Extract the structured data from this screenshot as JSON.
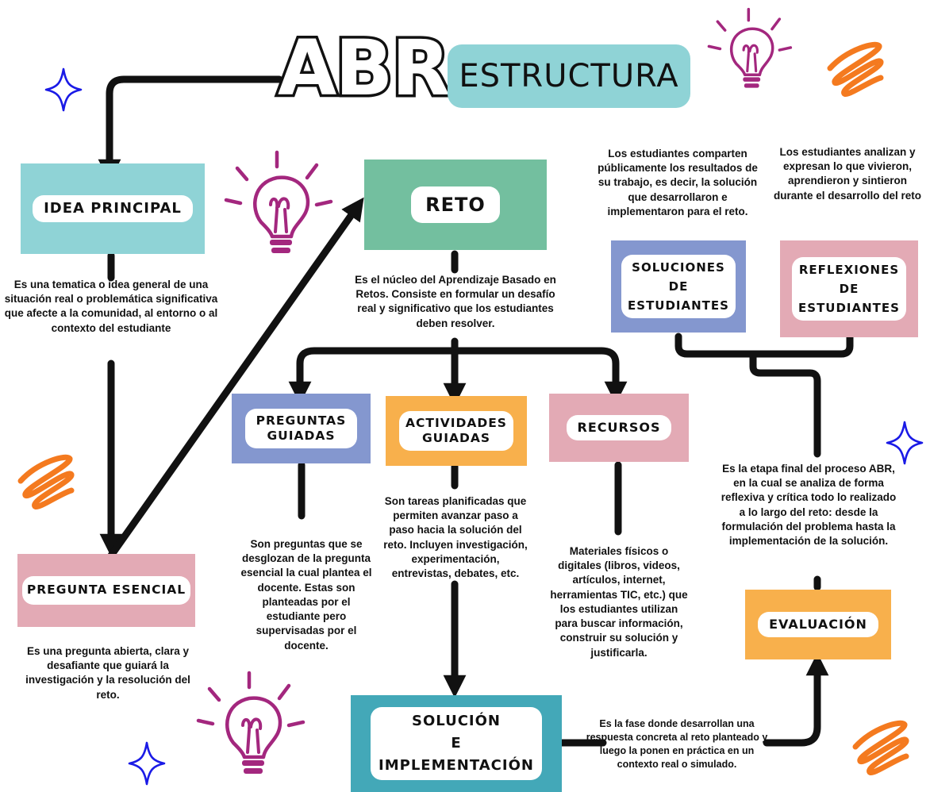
{
  "title": {
    "main": "ABR",
    "subtitle": "ESTRUCTURA"
  },
  "colors": {
    "teal": "#8fd3d6",
    "green": "#73bf9f",
    "blue": "#8497cf",
    "orange": "#f8b04c",
    "pink": "#e3aab5",
    "cyan": "#43a8b8",
    "arrow": "#111111",
    "lightbulb": "#a3277e",
    "sparkle": "#1a1ae6",
    "squiggle": "#f47a1f"
  },
  "nodes": {
    "idea_principal": {
      "label": "IDEA PRINCIPAL",
      "description": "Es una tematica o idea general de una situación real o problemática significativa que afecte a la comunidad, al entorno o al contexto del estudiante"
    },
    "pregunta_esencial": {
      "label": "PREGUNTA ESENCIAL",
      "description": "Es una pregunta abierta, clara y desafiante que guiará la investigación y la resolución del reto."
    },
    "reto": {
      "label": "RETO",
      "description": "Es el núcleo del Aprendizaje Basado en Retos. Consiste en formular un desafío real y significativo que los estudiantes deben resolver."
    },
    "preguntas_guiadas": {
      "label_line1": "PREGUNTAS",
      "label_line2": "GUIADAS",
      "description": "Son preguntas que se desglozan de la pregunta esencial la cual plantea el docente. Estas son planteadas por el estudiante pero supervisadas por el docente."
    },
    "actividades_guiadas": {
      "label_line1": "ACTIVIDADES",
      "label_line2": "GUIADAS",
      "description": "Son tareas planificadas que permiten avanzar paso a paso hacia la solución del reto. Incluyen investigación, experimentación, entrevistas, debates, etc."
    },
    "recursos": {
      "label": "RECURSOS",
      "description": "Materiales físicos o digitales (libros, videos, artículos, internet, herramientas TIC, etc.) que los estudiantes utilizan para buscar información, construir su solución y justificarla."
    },
    "solucion": {
      "label_line1": "SOLUCIÓN",
      "label_line2": "E",
      "label_line3": "IMPLEMENTACIÓN",
      "description": "Es la fase donde desarrollan una respuesta concreta al reto planteado y luego la ponen en práctica en un contexto real o simulado."
    },
    "evaluacion": {
      "label": "EVALUACIÓN",
      "description": "Es la etapa final del proceso ABR, en la cual se analiza de forma reflexiva y crítica todo lo realizado a lo largo del reto: desde la formulación del problema hasta la implementación de la solución."
    },
    "soluciones_estudiantes": {
      "label_line1": "SOLUCIONES",
      "label_line2": "DE",
      "label_line3": "ESTUDIANTES",
      "description": "Los estudiantes comparten públicamente los resultados de su trabajo, es decir, la solución que desarrollaron e implementaron para el reto."
    },
    "reflexiones_estudiantes": {
      "label_line1": "REFLEXIONES",
      "label_line2": "DE",
      "label_line3": "ESTUDIANTES",
      "description": "Los estudiantes analizan y expresan lo que vivieron, aprendieron y sintieron durante el desarrollo del reto"
    }
  },
  "decorations": [
    "lightbulb-icon",
    "sparkle-icon",
    "squiggle-icon"
  ]
}
